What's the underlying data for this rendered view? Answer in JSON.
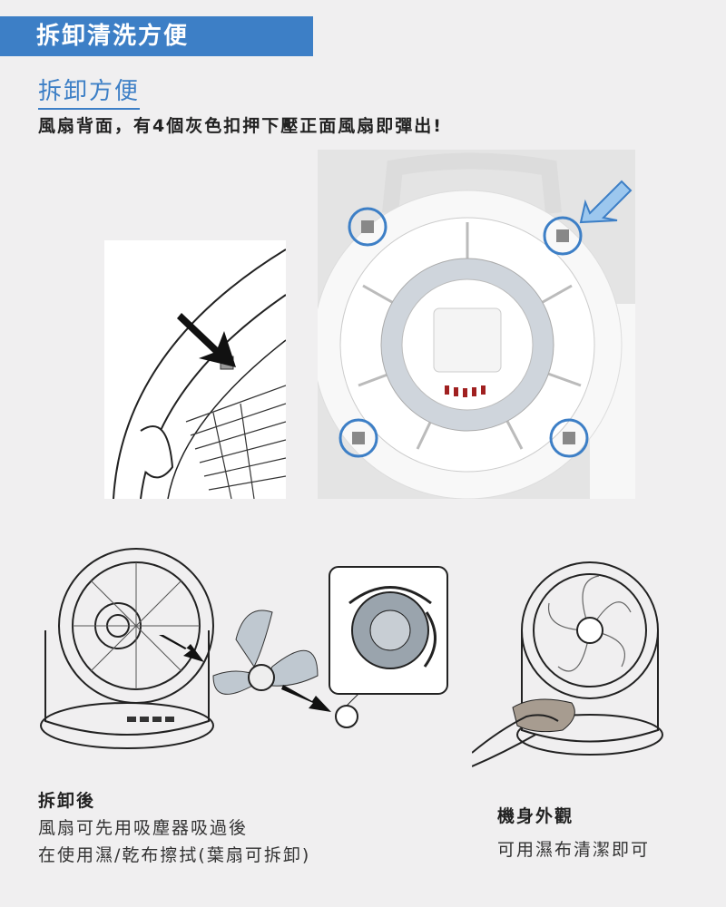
{
  "header": {
    "banner": "拆卸清洗方便",
    "subtitle": "拆卸方便",
    "description": "風扇背面，有4個灰色扣押下壓正面風扇即彈出!"
  },
  "captions": {
    "disassembly": {
      "title": "拆卸後",
      "line1": "風扇可先用吸塵器吸過後",
      "line2": "在使用濕/乾布擦拭(葉扇可拆卸)"
    },
    "body": {
      "title": "機身外觀",
      "line1": "可用濕布清潔即可"
    }
  },
  "colors": {
    "accent": "#3d7fc6",
    "background": "#f0eff0"
  }
}
